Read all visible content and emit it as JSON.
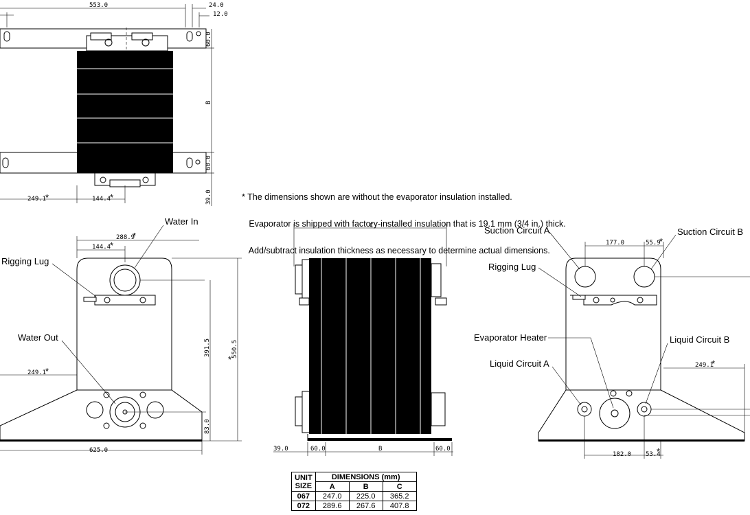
{
  "dims": {
    "top_553": "553.0",
    "top_24": "24.0",
    "top_12": "12.0",
    "top_60a": "60.0",
    "top_B": "B",
    "top_60b": "60.0",
    "top_39": "39.0",
    "top_249": "249.1",
    "top_144": "144.4",
    "left_288": "288.9",
    "left_144": "144.4",
    "left_249": "249.1",
    "left_391": "391.5",
    "left_550": "550.5",
    "left_83": "83.0",
    "left_625": "625.0",
    "mid_C": "C",
    "mid_39": "39.0",
    "mid_60a": "60.0",
    "mid_B": "B",
    "mid_60b": "60.0",
    "right_177": "177.0",
    "right_55": "55.9",
    "right_249": "249.1",
    "right_182": "182.0",
    "right_53": "53.4",
    "star": "*"
  },
  "callouts": {
    "water_in": "Water In",
    "rigging_lug_left": "Rigging Lug",
    "water_out": "Water Out",
    "suction_a": "Suction Circuit A",
    "suction_b": "Suction Circuit B",
    "rigging_lug_right": "Rigging Lug",
    "evap_heater": "Evaporator Heater",
    "liquid_b": "Liquid Circuit B",
    "liquid_a": "Liquid Circuit A"
  },
  "note": {
    "star": "*",
    "line1": "The dimensions shown are without the evaporator insulation installed.",
    "line2": "Evaporator is shipped with factory-installed insulation that is 19.1 mm (3/4 in.) thick.",
    "line3": "Add/subtract insulation thickness as necessary to determine actual dimensions."
  },
  "table": {
    "unit": "UNIT",
    "size": "SIZE",
    "header": "DIMENSIONS (mm)",
    "cols": [
      "A",
      "B",
      "C"
    ],
    "rows": [
      {
        "unit": "067",
        "a": "247.0",
        "b": "225.0",
        "c": "365.2"
      },
      {
        "unit": "072",
        "a": "289.6",
        "b": "267.6",
        "c": "407.8"
      }
    ]
  }
}
